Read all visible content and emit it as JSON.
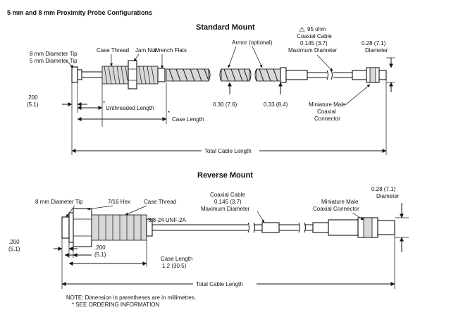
{
  "page_title": "5 mm and 8 mm Proximity Probe Configurations",
  "standard": {
    "title": "Standard Mount",
    "tip_label_1": "8 mm Diameter Tip",
    "tip_label_2": "5 mm Diameter Tip",
    "case_thread": "Case Thread",
    "jam_nut": "Jam Nut",
    "wrench_flats": "Wrench Flats",
    "armor": "Armor (optional)",
    "warn_symbol": "⚠",
    "ohm": "95 ohm",
    "coax_1": "Coaxial Cable",
    "coax_2": "0.145 (3.7)",
    "coax_3": "Maximum Diameter",
    "dia_1": "0.28 (7.1)",
    "dia_2": "Diameter",
    "dim_200a": ".200",
    "dim_200b": "(5.1)",
    "unthreaded": "Unthreaded Length",
    "case_length": "Case Length",
    "dim_030": "0.30 (7.6)",
    "dim_033": "0.33 (8.4)",
    "conn_1": "Miniature Male",
    "conn_2": "Coaxial",
    "conn_3": "Connector",
    "total": "Total Cable Length",
    "star": "*"
  },
  "reverse": {
    "title": "Reverse Mount",
    "tip_label": "8 mm Diameter Tip",
    "hex": "7/16 Hex",
    "case_thread": "Case Thread",
    "coax_1": "Coaxial Cable",
    "coax_2": "0.145 (3.7)",
    "coax_3": "Maximum Diameter",
    "conn_1": "Miniature Male",
    "conn_2": "Coaxial Connector",
    "dia_1": "0.28 (7.1)",
    "dia_2": "Diameter",
    "thread_spec": "3/8-24 UNF-2A",
    "dim_200a": ".200",
    "dim_200b": "(5.1)",
    "dim_200c": ".200",
    "dim_200d": "(5.1)",
    "case_length_1": "Case Length",
    "case_length_2": "1.2 (30.5)",
    "total": "Total Cable Length"
  },
  "notes": {
    "note_1": "NOTE: Dimension in parentheses are in millimetres.",
    "note_2": "*  SEE ORDERING INFORMATION"
  }
}
